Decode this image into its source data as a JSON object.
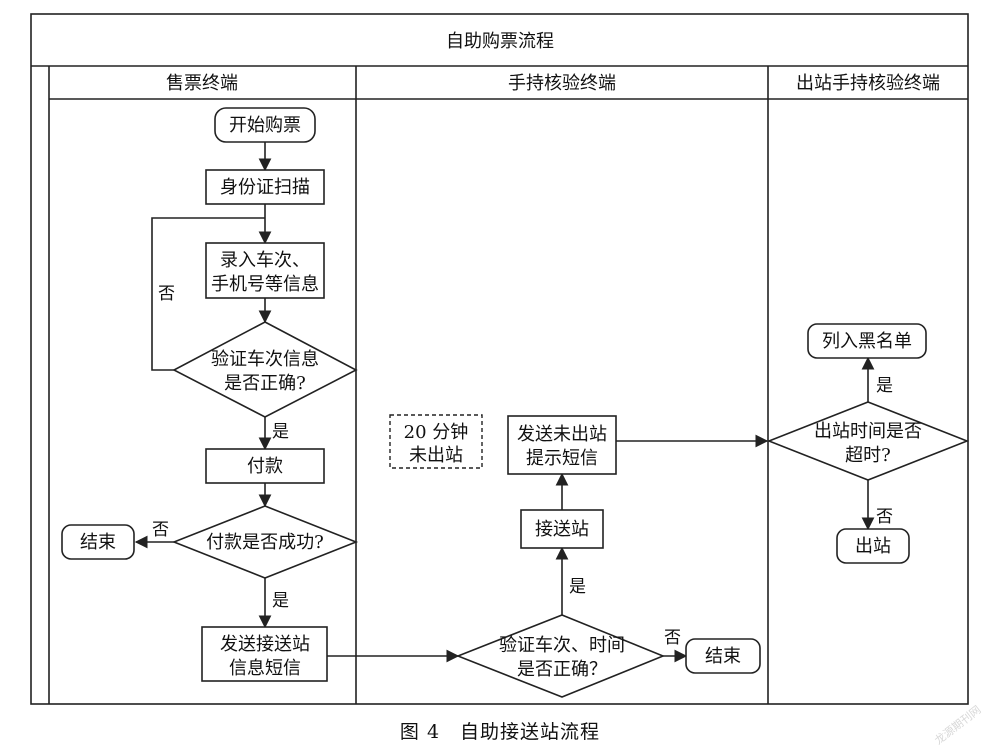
{
  "title": "自助购票流程",
  "lanes": {
    "ticket": "售票终端",
    "handheld": "手持核验终端",
    "exit": "出站手持核验终端"
  },
  "nodes": {
    "start": "开始购票",
    "scan": "身份证扫描",
    "input_l1": "录入车次、",
    "input_l2": "手机号等信息",
    "verify_l1": "验证车次信息",
    "verify_l2": "是否正确?",
    "pay": "付款",
    "pay_ok": "付款是否成功?",
    "end1": "结束",
    "send_l1": "发送接送站",
    "send_l2": "信息短信",
    "verify2_l1": "验证车次、时间",
    "verify2_l2": "是否正确？",
    "end2": "结束",
    "pickup": "接送站",
    "remind_l1": "发送未出站",
    "remind_l2": "提示短信",
    "note_l1": "20 分钟",
    "note_l2": "未出站",
    "exit_check_l1": "出站时间是否",
    "exit_check_l2": "超时?",
    "blacklist": "列入黑名单",
    "exit_ok": "出站"
  },
  "edge_labels": {
    "no": "否",
    "yes": "是"
  },
  "caption": "图 4　自助接送站流程",
  "watermark": "龙源期刊网"
}
